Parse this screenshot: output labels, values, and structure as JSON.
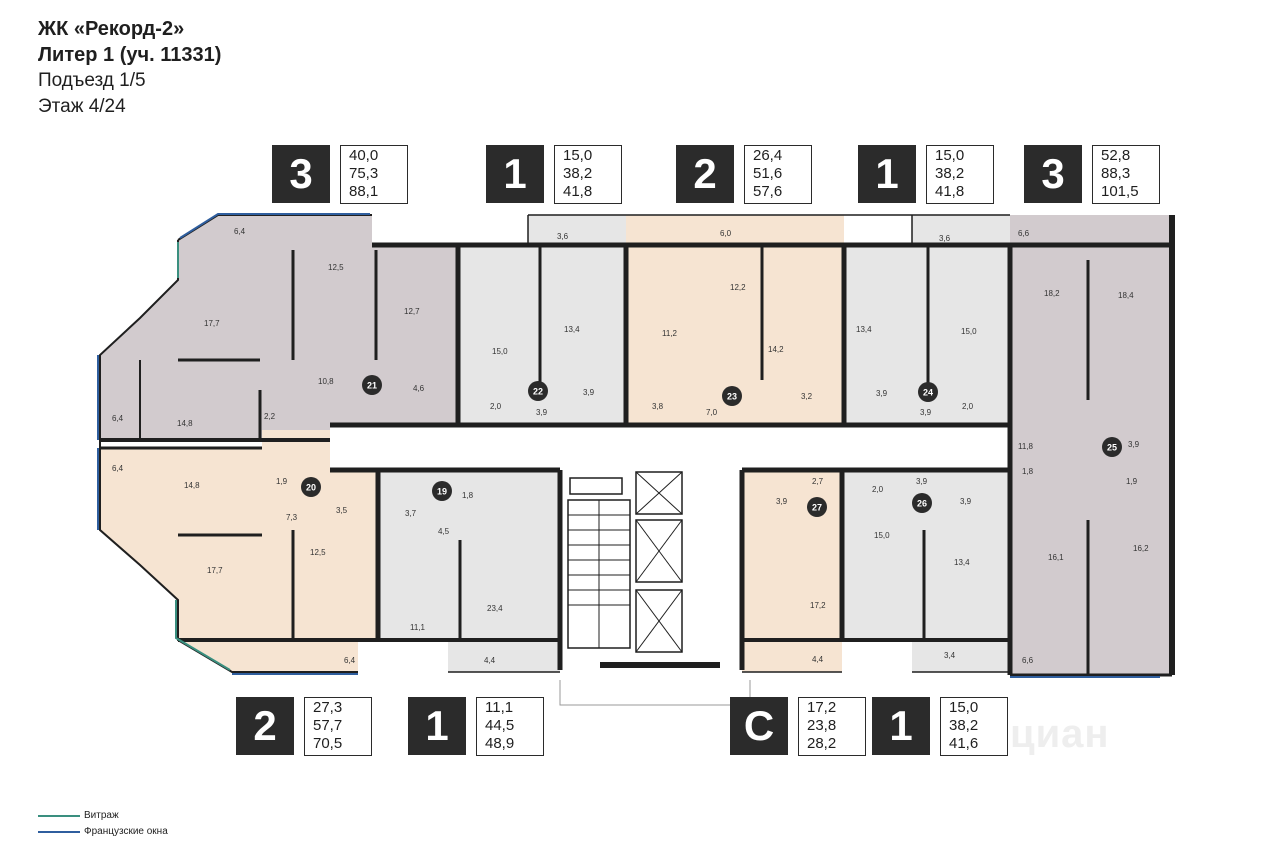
{
  "header": {
    "complex": "ЖК «Рекорд-2»",
    "liter": "Литер 1 (уч. 11331)",
    "entrance": "Подъезд 1/5",
    "floor": "Этаж 4/24"
  },
  "colors": {
    "dark": "#2b2b2b",
    "wall": "#1f1f1f",
    "mauve": "#d2cbce",
    "peach": "#f6e4d2",
    "light": "#e6e6e6",
    "vitrazh": "#3a8f7f",
    "french": "#2f5e9e"
  },
  "badges_top": [
    {
      "rooms": "3",
      "a1": "40,0",
      "a2": "75,3",
      "a3": "88,1"
    },
    {
      "rooms": "1",
      "a1": "15,0",
      "a2": "38,2",
      "a3": "41,8"
    },
    {
      "rooms": "2",
      "a1": "26,4",
      "a2": "51,6",
      "a3": "57,6"
    },
    {
      "rooms": "1",
      "a1": "15,0",
      "a2": "38,2",
      "a3": "41,8"
    },
    {
      "rooms": "3",
      "a1": "52,8",
      "a2": "88,3",
      "a3": "101,5"
    }
  ],
  "badges_bottom": [
    {
      "rooms": "2",
      "a1": "27,3",
      "a2": "57,7",
      "a3": "70,5"
    },
    {
      "rooms": "1",
      "a1": "11,1",
      "a2": "44,5",
      "a3": "48,9"
    },
    {
      "rooms": "С",
      "a1": "17,2",
      "a2": "23,8",
      "a3": "28,2"
    },
    {
      "rooms": "1",
      "a1": "15,0",
      "a2": "38,2",
      "a3": "41,6"
    }
  ],
  "apartments": [
    "21",
    "22",
    "23",
    "24",
    "25",
    "20",
    "19",
    "27",
    "26"
  ],
  "room_labels": [
    "6,4",
    "12,5",
    "12,7",
    "17,7",
    "10,8",
    "4,6",
    "6,4",
    "14,8",
    "2,2",
    "3,6",
    "15,0",
    "13,4",
    "2,0",
    "3,9",
    "3,9",
    "6,0",
    "11,2",
    "12,2",
    "14,2",
    "3,8",
    "7,0",
    "3,2",
    "3,6",
    "13,4",
    "15,0",
    "3,9",
    "3,9",
    "2,0",
    "6,6",
    "18,2",
    "18,4",
    "11,8",
    "3,9",
    "1,8",
    "1,9",
    "6,4",
    "14,8",
    "1,9",
    "7,3",
    "3,5",
    "17,7",
    "12,5",
    "6,4",
    "1,8",
    "3,7",
    "4,5",
    "11,1",
    "23,4",
    "4,4",
    "3,9",
    "2,7",
    "17,2",
    "4,4",
    "2,0",
    "3,9",
    "3,9",
    "15,0",
    "13,4",
    "3,4",
    "16,1",
    "16,2",
    "6,6"
  ],
  "legend": [
    {
      "label": "Витраж",
      "color": "#3a8f7f"
    },
    {
      "label": "Французские окна",
      "color": "#2f5e9e"
    }
  ],
  "watermark": "циан"
}
